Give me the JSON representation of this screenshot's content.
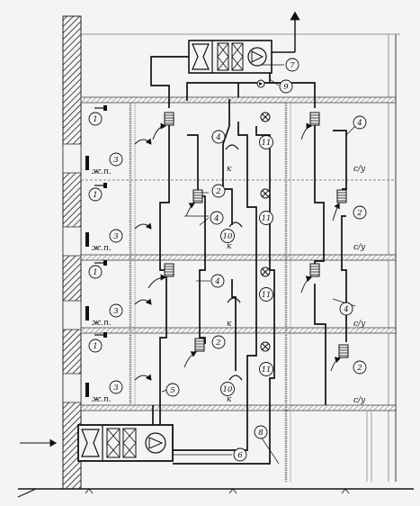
{
  "colors": {
    "ink": "#111111",
    "paper": "#f4f4f2",
    "grid": "#666666",
    "hatch": "#222222"
  },
  "icons": {
    "fan": "fan-icon",
    "diffuser": "grille-icon",
    "valve": "valve-x-icon"
  },
  "callouts": {
    "n1": "1",
    "n2": "2",
    "n3": "3",
    "n4": "4",
    "n5": "5",
    "n6": "6",
    "n7": "7",
    "n8": "8",
    "n9": "9",
    "n10": "10",
    "n11": "11"
  },
  "room_labels": {
    "living": "ж.п.",
    "kitchen": "к",
    "bathroom": "с/у"
  }
}
